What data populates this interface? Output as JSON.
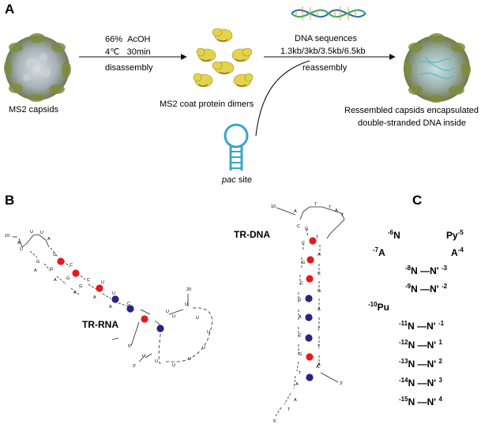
{
  "panels": {
    "a": "A",
    "b": "B",
    "c": "C"
  },
  "panel_a": {
    "capsids_label": "MS2 capsids",
    "cond_line1_a": "66%",
    "cond_line1_b": "AcOH",
    "cond_line2_a": "4",
    "cond_line2_unit": "℃",
    "cond_line2_b": "30min",
    "disassembly": "disassembly",
    "dimers_label": "MS2 coat protein dimers",
    "dna_title": "DNA sequences",
    "dna_sizes": "1.3kb/3kb/3.5kb/6.5kb",
    "reassembly": "reassembly",
    "pac_label": "pac",
    "pac_suffix": "site",
    "result_line1": "Ressembled capsids encapsulated",
    "result_line2": "double-stranded DNA inside"
  },
  "panel_b": {
    "tr_rna": "TR-RNA",
    "tr_dna": "TR-DNA",
    "rna_num_10": "10",
    "rna_num_20": "20",
    "rna_5p": "5'",
    "rna_3p": "3'",
    "dna_num_10": "10",
    "dna_3p": "3'",
    "dna_5p": "5'",
    "rna_bases": [
      {
        "id": "u1",
        "t": "U"
      },
      {
        "id": "u2",
        "t": "U"
      },
      {
        "id": "a1",
        "t": "A"
      },
      {
        "id": "a2",
        "t": "A"
      },
      {
        "id": "u3",
        "t": "U"
      },
      {
        "id": "c1",
        "t": "C"
      },
      {
        "id": "g1",
        "t": "G"
      },
      {
        "id": "a3",
        "t": "A"
      },
      {
        "id": "c2",
        "t": "C"
      },
      {
        "id": "g2",
        "t": "G"
      },
      {
        "id": "g3",
        "t": "G"
      },
      {
        "id": "a4",
        "t": "A"
      },
      {
        "id": "c3",
        "t": "C"
      },
      {
        "id": "g4",
        "t": "G"
      },
      {
        "id": "u4",
        "t": "U"
      },
      {
        "id": "a5",
        "t": "A"
      },
      {
        "id": "u5",
        "t": "U"
      },
      {
        "id": "a6",
        "t": "A"
      },
      {
        "id": "c4",
        "t": "C"
      },
      {
        "id": "a7",
        "t": "A"
      },
      {
        "id": "u6",
        "t": "U"
      },
      {
        "id": "u7",
        "t": "U"
      },
      {
        "id": "u8",
        "t": "U"
      },
      {
        "id": "u9",
        "t": "U"
      },
      {
        "id": "u10",
        "t": "U"
      },
      {
        "id": "u11",
        "t": "U"
      },
      {
        "id": "u12",
        "t": "U"
      },
      {
        "id": "u13",
        "t": "U"
      },
      {
        "id": "u14",
        "t": "U"
      },
      {
        "id": "u15",
        "t": "U"
      }
    ],
    "dna_bases": [
      {
        "id": "a1",
        "t": "A"
      },
      {
        "id": "t1",
        "t": "T"
      },
      {
        "id": "t2",
        "t": "T"
      },
      {
        "id": "a2",
        "t": "A"
      },
      {
        "id": "t3",
        "t": "T"
      },
      {
        "id": "c1",
        "t": "C"
      },
      {
        "id": "g1",
        "t": "G"
      },
      {
        "id": "c2",
        "t": "C"
      },
      {
        "id": "g2",
        "t": "G"
      },
      {
        "id": "c3",
        "t": "C"
      },
      {
        "id": "g3",
        "t": "G"
      },
      {
        "id": "a3",
        "t": "A"
      },
      {
        "id": "c4",
        "t": "C"
      },
      {
        "id": "g4",
        "t": "G"
      },
      {
        "id": "t4",
        "t": "T"
      },
      {
        "id": "a4",
        "t": "A"
      },
      {
        "id": "a5",
        "t": "A"
      },
      {
        "id": "t5",
        "t": "T"
      },
      {
        "id": "t6",
        "t": "T"
      },
      {
        "id": "a6",
        "t": "A"
      },
      {
        "id": "c5",
        "t": "C"
      },
      {
        "id": "g5",
        "t": "G"
      },
      {
        "id": "a7",
        "t": "A"
      },
      {
        "id": "t7",
        "t": "T"
      },
      {
        "id": "t8",
        "t": "T"
      },
      {
        "id": "a8",
        "t": "A"
      },
      {
        "id": "a9",
        "t": "A"
      }
    ]
  },
  "panel_c": {
    "n6": "N",
    "n6_sup": "-6",
    "py": "Py",
    "py_sup": "-5",
    "a7": "A",
    "a7_sup": "-7",
    "a4": "A",
    "a4_sup": "-4",
    "rows": [
      {
        "left": "N",
        "left_sup": "-8",
        "right": "N'",
        "right_sup": "-3"
      },
      {
        "left": "N",
        "left_sup": "-9",
        "right": "N'",
        "right_sup": "-2"
      }
    ],
    "pu": "Pu",
    "pu_sup": "-10",
    "rows2": [
      {
        "left": "N",
        "left_sup": "-11",
        "right": "N'",
        "right_sup": "-1"
      },
      {
        "left": "N",
        "left_sup": "-12",
        "right": "N'",
        "right_sup": "1"
      },
      {
        "left": "N",
        "left_sup": "-13",
        "right": "N'",
        "right_sup": "2"
      },
      {
        "left": "N",
        "left_sup": "-14",
        "right": "N'",
        "right_sup": "3"
      },
      {
        "left": "N",
        "left_sup": "-15",
        "right": "N'",
        "right_sup": "4"
      }
    ]
  },
  "colors": {
    "red": "#e41a1c",
    "blue": "#2a2380",
    "pac": "#3aa6c8",
    "capsid": "#8c9a5a",
    "protein": "#d8c84a"
  }
}
